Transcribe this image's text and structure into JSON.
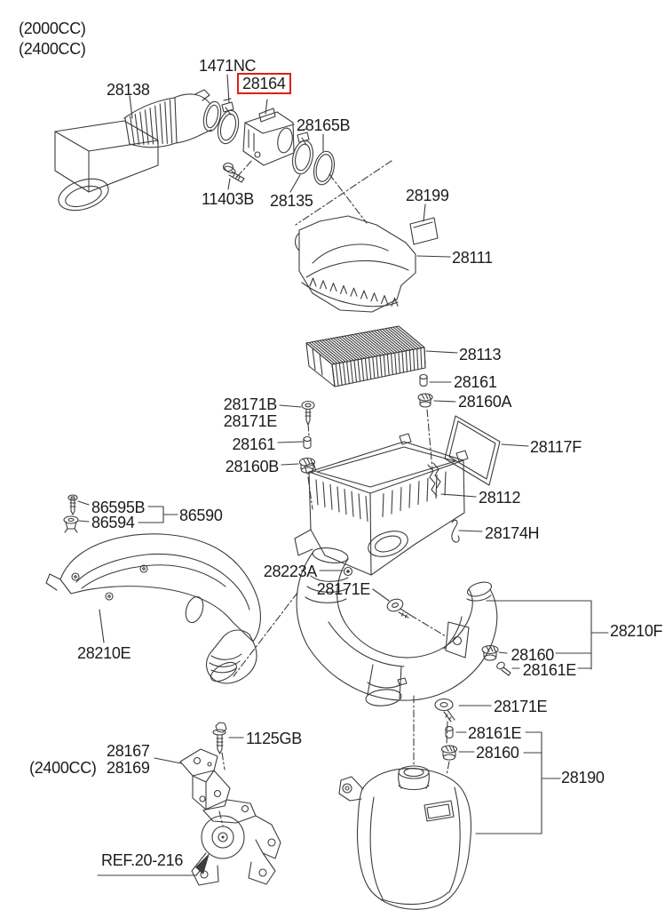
{
  "diagram": {
    "type": "exploded-parts-diagram",
    "subject": "air intake system",
    "colors": {
      "background": "#ffffff",
      "line": "#3c3c3c",
      "text": "#1b1b1b",
      "highlight_box": "#de1f18"
    },
    "highlighted_part": "28164",
    "reference": "REF.20-216",
    "engine_variants_top": [
      "(2000CC)",
      "(2400CC)"
    ],
    "engine_variant_bottom": "(2400CC)"
  },
  "labels": [
    {
      "part": "28138",
      "text": "28138"
    },
    {
      "part": "1471NC",
      "text": "1471NC"
    },
    {
      "part": "28164",
      "text": "28164",
      "highlighted": true
    },
    {
      "part": "28165B",
      "text": "28165B"
    },
    {
      "part": "11403B",
      "text": "11403B"
    },
    {
      "part": "28135",
      "text": "28135"
    },
    {
      "part": "28199",
      "text": "28199"
    },
    {
      "part": "28111",
      "text": "28111"
    },
    {
      "part": "28113",
      "text": "28113"
    },
    {
      "part": "28161",
      "text": "28161"
    },
    {
      "part": "28160A",
      "text": "28160A"
    },
    {
      "part": "28171B",
      "text": "28171B"
    },
    {
      "part": "28171E",
      "text": "28171E"
    },
    {
      "part": "28161",
      "text": "28161"
    },
    {
      "part": "28160B",
      "text": "28160B"
    },
    {
      "part": "28117F",
      "text": "28117F"
    },
    {
      "part": "28112",
      "text": "28112"
    },
    {
      "part": "28174H",
      "text": "28174H"
    },
    {
      "part": "86595B",
      "text": "86595B"
    },
    {
      "part": "86594",
      "text": "86594"
    },
    {
      "part": "86590",
      "text": "86590"
    },
    {
      "part": "28223A",
      "text": "28223A"
    },
    {
      "part": "28171E",
      "text": "28171E"
    },
    {
      "part": "28210E",
      "text": "28210E"
    },
    {
      "part": "28210F",
      "text": "28210F"
    },
    {
      "part": "28160",
      "text": "28160"
    },
    {
      "part": "28161E",
      "text": "28161E"
    },
    {
      "part": "28171E",
      "text": "28171E"
    },
    {
      "part": "28161E",
      "text": "28161E"
    },
    {
      "part": "28160",
      "text": "28160"
    },
    {
      "part": "28190",
      "text": "28190"
    },
    {
      "part": "1125GB",
      "text": "1125GB"
    },
    {
      "part": "28167",
      "text": "28167"
    },
    {
      "part": "28169",
      "text": "28169"
    }
  ]
}
